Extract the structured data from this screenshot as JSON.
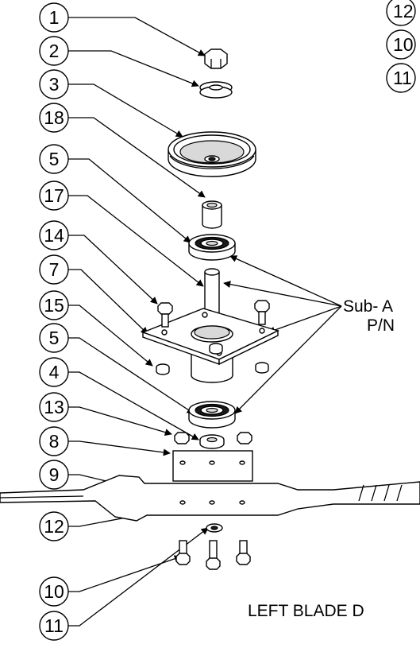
{
  "callouts_left": [
    {
      "label": "1"
    },
    {
      "label": "2"
    },
    {
      "label": "3"
    },
    {
      "label": "18"
    },
    {
      "label": "5"
    },
    {
      "label": "17"
    },
    {
      "label": "14"
    },
    {
      "label": "7"
    },
    {
      "label": "15"
    },
    {
      "label": "5"
    },
    {
      "label": "4"
    },
    {
      "label": "13"
    },
    {
      "label": "8"
    },
    {
      "label": "9"
    },
    {
      "label": "12"
    },
    {
      "label": "10"
    },
    {
      "label": "11"
    }
  ],
  "callouts_right": [
    {
      "label": "12"
    },
    {
      "label": "10"
    },
    {
      "label": "11"
    }
  ],
  "sub_assembly": {
    "line1": "Sub- A",
    "line2": "P/N"
  },
  "title": "LEFT BLADE D"
}
